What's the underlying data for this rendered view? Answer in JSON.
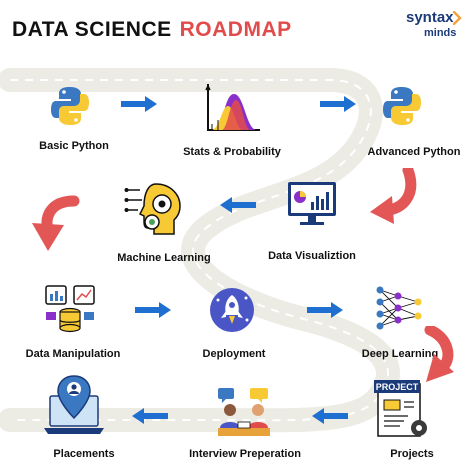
{
  "header": {
    "title_part1": "DATA SCIENCE",
    "title_part2": "ROADMAP",
    "logo_line1": "syntax",
    "logo_line2": "minds"
  },
  "colors": {
    "title_dark": "#111111",
    "title_accent": "#e24b4b",
    "logo": "#1b3a7a",
    "arrow_blue": "#1f6fd1",
    "arrow_red": "#e35656",
    "road": "#ecece4",
    "road_dash": "#ffffff"
  },
  "steps": [
    {
      "label": "Basic Python",
      "icon": "python-logo-icon"
    },
    {
      "label": "Stats & Probability",
      "icon": "distribution-chart-icon"
    },
    {
      "label": "Advanced Python",
      "icon": "python-logo-icon"
    },
    {
      "label": "Data Visualiztion",
      "icon": "monitor-chart-icon"
    },
    {
      "label": "Machine Learning",
      "icon": "ai-head-gear-icon"
    },
    {
      "label": "Data Manipulation",
      "icon": "database-dashboard-icon"
    },
    {
      "label": "Deployment",
      "icon": "rocket-icon"
    },
    {
      "label": "Deep Learning",
      "icon": "neural-network-icon"
    },
    {
      "label": "Projects",
      "icon": "project-document-icon"
    },
    {
      "label": "Interview Preperation",
      "icon": "interview-people-icon"
    },
    {
      "label": "Placements",
      "icon": "laptop-location-icon"
    }
  ]
}
